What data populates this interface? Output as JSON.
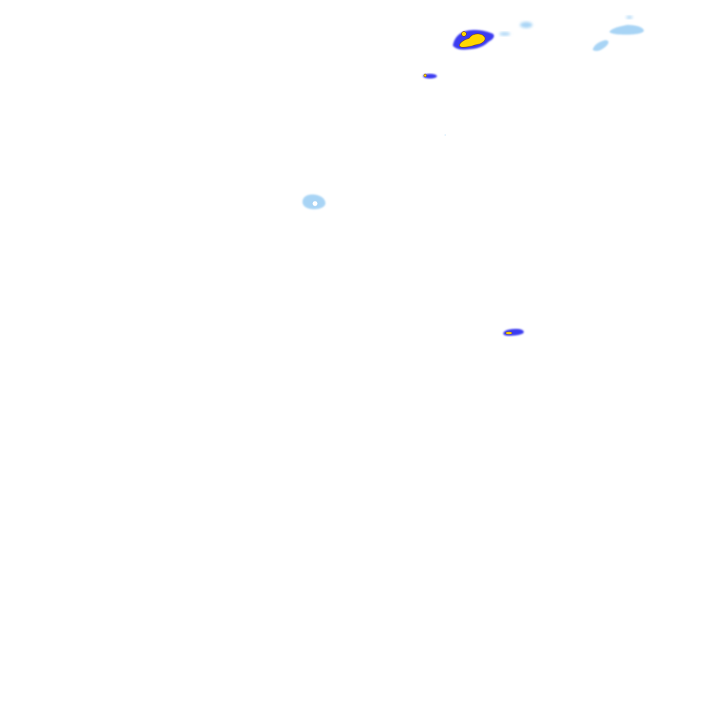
{
  "tile": {
    "kind": "precipitation-radar-overlay",
    "background": "#ffffff"
  },
  "legend_colors": {
    "light": "#a8d4f5",
    "moderate": "#3b3bf0",
    "heavy": "#ffd700",
    "edge": "#7a4a2a"
  },
  "echoes": [
    {
      "id": "cell-a",
      "intensity": "heavy"
    },
    {
      "id": "cell-b",
      "intensity": "moderate"
    },
    {
      "id": "cell-c",
      "intensity": "light"
    },
    {
      "id": "cell-d",
      "intensity": "moderate"
    },
    {
      "id": "band-e",
      "intensity": "light"
    }
  ]
}
